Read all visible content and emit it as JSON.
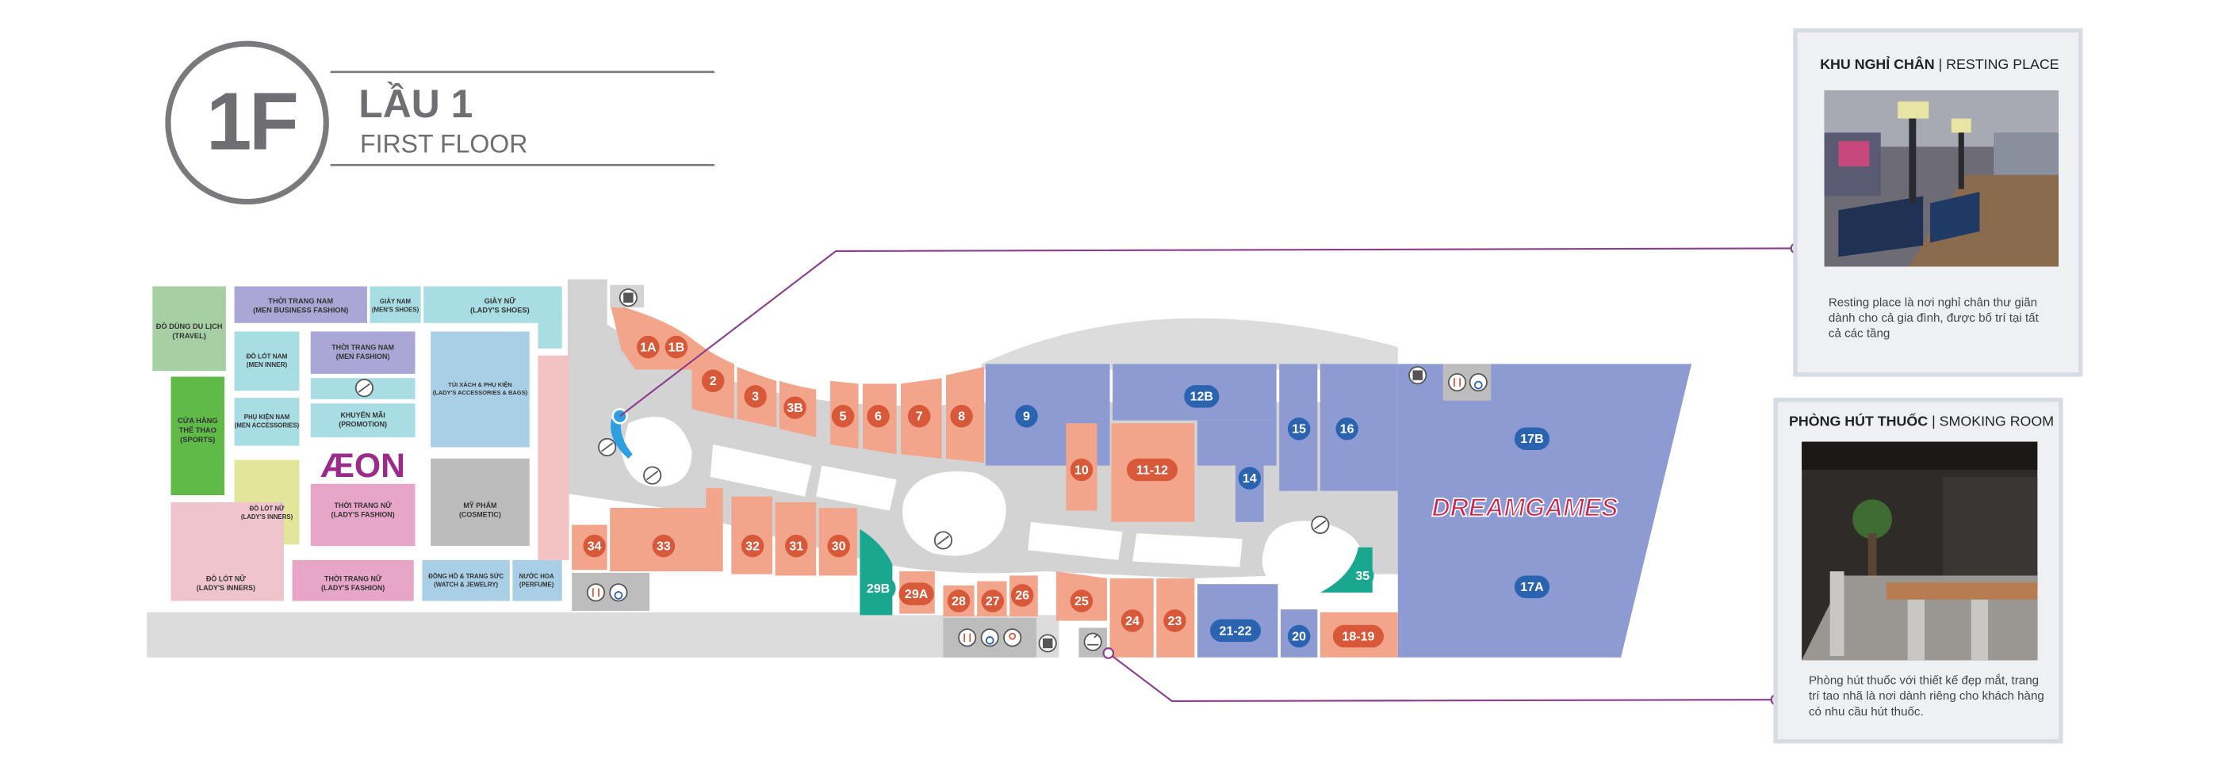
{
  "floor": {
    "badge": "1F",
    "name_vn": "LẦU 1",
    "name_en": "FIRST FLOOR"
  },
  "colors": {
    "salmon": "#f2a58a",
    "unit_blue": "#8e9bd3",
    "teal": "#1aa78f",
    "corridor": "#d3d3d3",
    "marker_red": "#d8583a",
    "marker_blue": "#2a64b0",
    "aeon": "#9c2a8b",
    "leader_line": "#8a3d8c"
  },
  "left_zones": {
    "travel": "ĐỒ DÙNG DU LỊCH (TRAVEL)",
    "men_business": "THỜI TRANG NAM (MEN BUSINESS FASHION)",
    "men_shoes": "GIÀY NAM (MEN'S SHOES)",
    "lady_shoes": "GIÀY NỮ (LADY'S SHOES)",
    "sports": "CỬA HÀNG THỂ THAO (SPORTS)",
    "men_inner": "ĐỒ LÓT NAM (MEN INNER)",
    "men_fashion": "THỜI TRANG NAM (MEN FASHION)",
    "lady_bags": "TÚI XÁCH & PHỤ KIỆN (LADY'S ACCESSORIES & BAGS)",
    "men_accessories": "PHỤ KIỆN NAM (MEN ACCESSORIES)",
    "promotion": "KHUYẾN MÃI (PROMOTION)",
    "lady_inners_small": "ĐỒ LÓT NỮ (LADY'S INNERS)",
    "aeon_logo": "ÆON",
    "lady_fashion_top": "THỜI TRANG NỮ (LADY'S FASHION)",
    "cosmetic": "MỸ PHẨM (COSMETIC)",
    "lady_inners": "ĐỒ LÓT NỮ (LADY'S INNERS)",
    "lady_fashion": "THỜI TRANG NỮ (LADY'S FASHION)",
    "watch_jewelry": "ĐỒNG HỒ & TRANG SỨC (WATCH & JEWELRY)",
    "perfume": "NƯỚC HOA (PERFUME)"
  },
  "units": [
    {
      "label": "1A"
    },
    {
      "label": "1B"
    },
    {
      "label": "2"
    },
    {
      "label": "3"
    },
    {
      "label": "3B"
    },
    {
      "label": "5"
    },
    {
      "label": "6"
    },
    {
      "label": "7"
    },
    {
      "label": "8"
    },
    {
      "label": "9"
    },
    {
      "label": "12B"
    },
    {
      "label": "15"
    },
    {
      "label": "16"
    },
    {
      "label": "17B"
    },
    {
      "label": "10"
    },
    {
      "label": "11-12"
    },
    {
      "label": "14"
    },
    {
      "label": "34"
    },
    {
      "label": "33"
    },
    {
      "label": "32"
    },
    {
      "label": "31"
    },
    {
      "label": "30"
    },
    {
      "label": "29B"
    },
    {
      "label": "29A"
    },
    {
      "label": "28"
    },
    {
      "label": "27"
    },
    {
      "label": "26"
    },
    {
      "label": "25"
    },
    {
      "label": "24"
    },
    {
      "label": "23"
    },
    {
      "label": "21-22"
    },
    {
      "label": "20"
    },
    {
      "label": "18-19"
    },
    {
      "label": "35"
    },
    {
      "label": "17A"
    }
  ],
  "dreamgames": "DREAMGAMES",
  "panels": {
    "resting": {
      "title_vn": "KHU NGHỈ CHÂN",
      "title_en": "| RESTING PLACE",
      "desc": "Resting place là nơi nghỉ chân thư giãn dành cho cả gia đình, được bố trí tại tất cả các tầng"
    },
    "smoking": {
      "title_vn": "PHÒNG HÚT THUỐC",
      "title_en": "| SMOKING ROOM",
      "desc": "Phòng hút thuốc với thiết kế đẹp mắt, trang trí tao nhã  là nơi dành riêng cho khách hàng có nhu cầu hút thuốc."
    }
  }
}
